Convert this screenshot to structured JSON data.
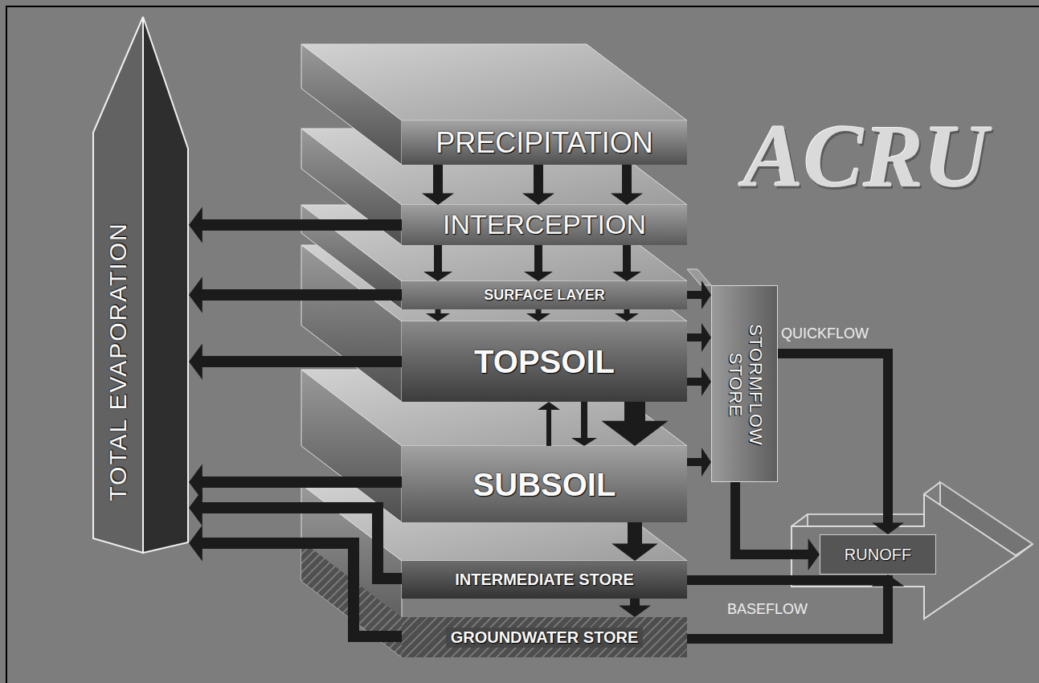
{
  "diagram": {
    "title": "ACRU",
    "nodes": [
      {
        "text": [
          "TOTAL EVAPORATION"
        ]
      },
      {
        "text": [
          "PRECIPITATION"
        ]
      },
      {
        "text": [
          "INTERCEPTION"
        ]
      },
      {
        "text": [
          "SURFACE LAYER"
        ]
      },
      {
        "text": [
          "TOPSOIL"
        ]
      },
      {
        "text": [
          "SUBSOIL"
        ]
      },
      {
        "text": [
          "STORMFLOW STORE"
        ]
      },
      {
        "text": [
          "RUNOFF"
        ]
      },
      {
        "text": [
          "INTERMEDIATE STORE"
        ]
      },
      {
        "text": [
          "GROUNDWATER STORE"
        ]
      }
    ],
    "edges": [
      {
        "from": 1,
        "to": 2,
        "arrow": "to"
      },
      {
        "from": 2,
        "to": 3,
        "arrow": "to"
      },
      {
        "from": 3,
        "to": 4,
        "arrow": "to"
      },
      {
        "from": 4,
        "to": 5,
        "arrow": "to"
      },
      {
        "from": 5,
        "to": 4,
        "arrow": "to"
      },
      {
        "from": 5,
        "to": 8,
        "arrow": "to"
      },
      {
        "from": 8,
        "to": 9,
        "arrow": "to"
      },
      {
        "from": 2,
        "to": 0,
        "arrow": "to"
      },
      {
        "from": 3,
        "to": 0,
        "arrow": "to"
      },
      {
        "from": 4,
        "to": 0,
        "arrow": "to"
      },
      {
        "from": 5,
        "to": 0,
        "arrow": "to"
      },
      {
        "from": 8,
        "to": 0,
        "arrow": "to"
      },
      {
        "from": 9,
        "to": 0,
        "arrow": "to"
      },
      {
        "from": 3,
        "to": 6,
        "arrow": "to"
      },
      {
        "from": 4,
        "to": 6,
        "arrow": "to"
      },
      {
        "from": 5,
        "to": 6,
        "arrow": "to"
      },
      {
        "from": 6,
        "to": 7,
        "arrow": "to"
      },
      {
        "from": 6,
        "to": 7,
        "arrow": "to"
      },
      {
        "from": 8,
        "to": 7,
        "arrow": "to"
      },
      {
        "from": 9,
        "to": 7,
        "arrow": "to"
      }
    ],
    "labels": [
      "QUICKFLOW",
      "BASEFLOW"
    ]
  }
}
